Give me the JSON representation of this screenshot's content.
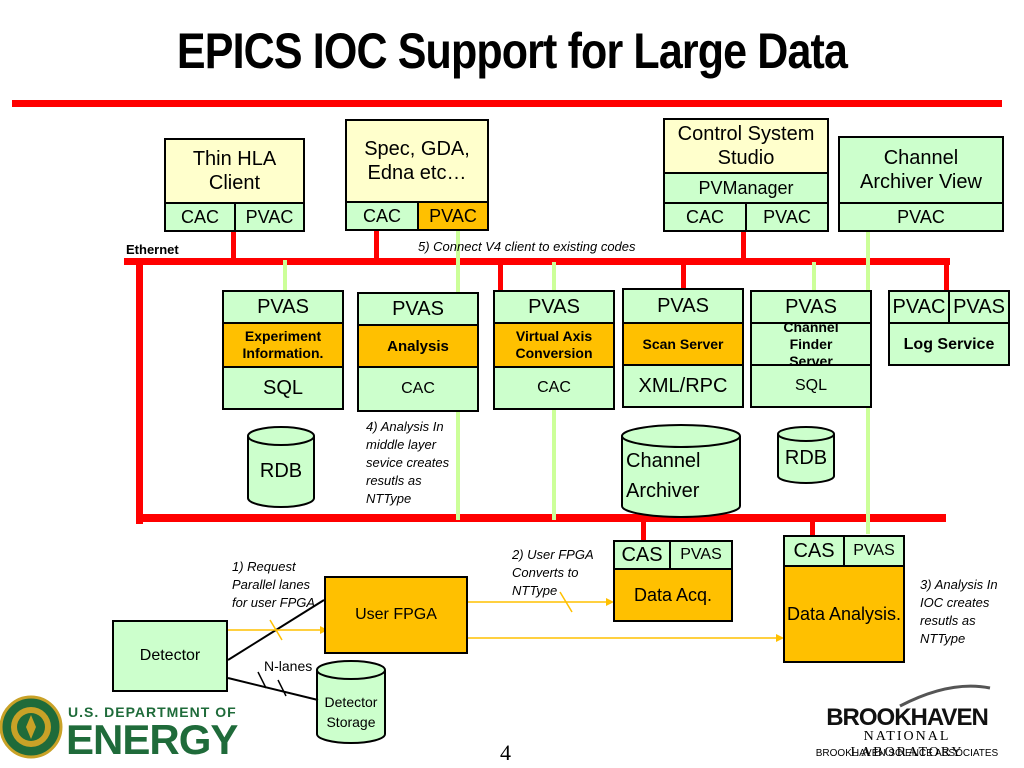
{
  "title": "EPICS IOC Support for Large Data",
  "ethernet_label": "Ethernet",
  "clients": {
    "thin_hla": {
      "name": "Thin HLA Client",
      "cac": "CAC",
      "pvac": "PVAC"
    },
    "spec": {
      "name": "Spec, GDA, Edna etc…",
      "cac": "CAC",
      "pvac": "PVAC"
    },
    "css": {
      "name": "Control System Studio",
      "pvmanager": "PVManager",
      "cac": "CAC",
      "pvac": "PVAC"
    },
    "archiver_view": {
      "name": "Channel Archiver View",
      "pvac": "PVAC"
    }
  },
  "services": [
    {
      "pvas": "PVAS",
      "name": "Experiment Information.",
      "bottom": "SQL"
    },
    {
      "pvas": "PVAS",
      "name": "Analysis",
      "bottom": "CAC"
    },
    {
      "pvas": "PVAS",
      "name": "Virtual Axis Conversion",
      "bottom": "CAC"
    },
    {
      "pvas": "PVAS",
      "name": "Scan Server",
      "bottom": "XML/RPC"
    },
    {
      "pvas": "PVAS",
      "name": "Channel Finder Server",
      "bottom": "SQL"
    }
  ],
  "log_service": {
    "pvac": "PVAC",
    "pvas": "PVAS",
    "name": "Log Service"
  },
  "databases": {
    "rdb1": "RDB",
    "channel_archiver": "Channel Archiver",
    "rdb2": "RDB",
    "detector_storage": "Detector Storage"
  },
  "ioc": {
    "data_acq": {
      "cas": "CAS",
      "pvas": "PVAS",
      "name": "Data Acq."
    },
    "data_analysis": {
      "cas": "CAS",
      "pvas": "PVAS",
      "name": "Data Analysis."
    }
  },
  "user_fpga": "User FPGA",
  "detector": "Detector",
  "n_lanes": "N-lanes",
  "notes": {
    "n5": "5) Connect V4 client to existing codes",
    "n4": "4) Analysis In middle layer sevice creates resutls as NTType",
    "n1": "1) Request Parallel lanes for user FPGA",
    "n2": "2) User FPGA Converts to NTType",
    "n3": "3) Analysis In IOC creates resutls as NTType"
  },
  "page_number": "4",
  "footer": {
    "doe_top": "U.S. DEPARTMENT OF",
    "doe_bottom": "ENERGY",
    "bnl_top": "BROOKHAVEN",
    "bnl_mid": "NATIONAL LABORATORY",
    "bnl_bottom": "BROOKHAVEN SCIENCE ASSOCIATES"
  },
  "colors": {
    "bus": "#ff0000",
    "cream": "#FFFFCC",
    "green": "#CCFFCC",
    "orange": "#FFC000",
    "doe_green": "#1f6b3a"
  }
}
